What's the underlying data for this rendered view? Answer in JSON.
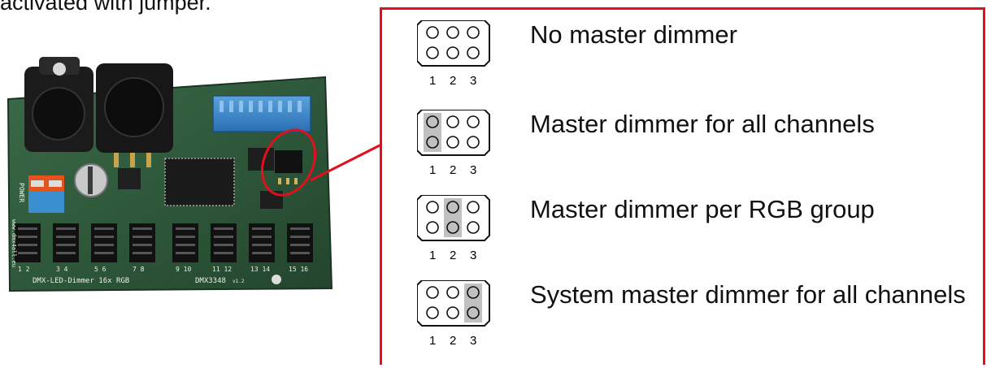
{
  "heading": {
    "text": "activated with jumper."
  },
  "board": {
    "model_text": "DMX3348",
    "version_text": "v1.2",
    "name_text": "DMX-LED-Dimmer 16x RGB",
    "power_text": "POWER",
    "website_text": "www.dmx4all.eu",
    "channel_numbers": [
      "1 2",
      "3 4",
      "5 6",
      "7 8",
      "9 10",
      "11 12",
      "13 14",
      "15 16"
    ]
  },
  "colors": {
    "callout": "#e3101c",
    "pcb": "#2f5a3b",
    "jumper_fill": "#c0c0c0"
  },
  "jumper_options": [
    {
      "label": "No master dimmer",
      "bridged_pins": [],
      "pin_numbers": [
        "1",
        "2",
        "3"
      ]
    },
    {
      "label": "Master dimmer for all channels",
      "bridged_pins": [
        1
      ],
      "pin_numbers": [
        "1",
        "2",
        "3"
      ]
    },
    {
      "label": "Master dimmer per RGB group",
      "bridged_pins": [
        2
      ],
      "pin_numbers": [
        "1",
        "2",
        "3"
      ]
    },
    {
      "label": "System master dimmer for all channels",
      "bridged_pins": [
        3
      ],
      "pin_numbers": [
        "1",
        "2",
        "3"
      ]
    }
  ]
}
